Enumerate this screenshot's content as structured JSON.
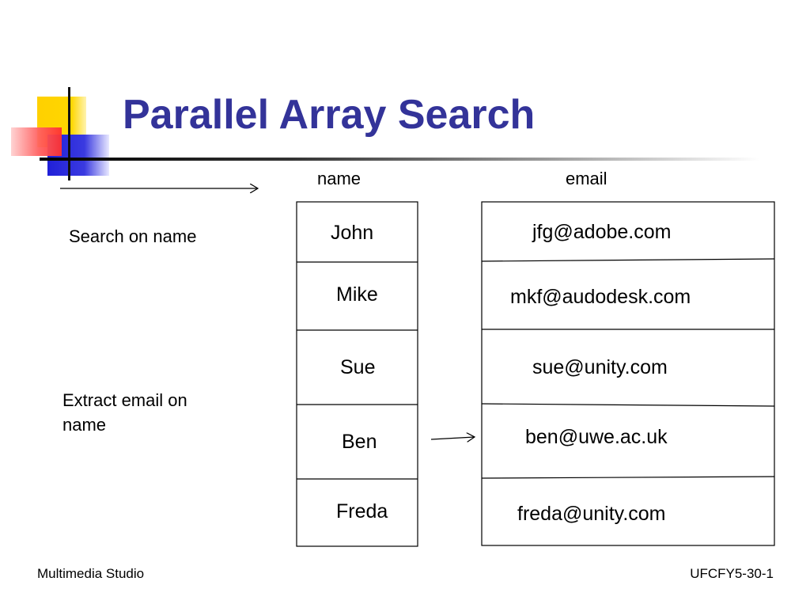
{
  "slide": {
    "title": "Parallel Array Search",
    "headers": {
      "name": "name",
      "email": "email"
    },
    "notes": {
      "search": "Search on name",
      "extract_line1": "Extract email on",
      "extract_line2": "name"
    },
    "names": [
      "John",
      "Mike",
      "Sue",
      "Ben",
      "Freda"
    ],
    "emails": [
      "jfg@adobe.com",
      "mkf@audodesk.com",
      "sue@unity.com",
      "ben@uwe.ac.uk",
      "freda@unity.com"
    ],
    "footer": {
      "left": "Multimedia Studio",
      "right": "UFCFY5-30-1"
    },
    "colors": {
      "title": "#333399",
      "yellow": "#ffd700",
      "blue": "#2a2ad8",
      "red": "#ff4040"
    }
  }
}
